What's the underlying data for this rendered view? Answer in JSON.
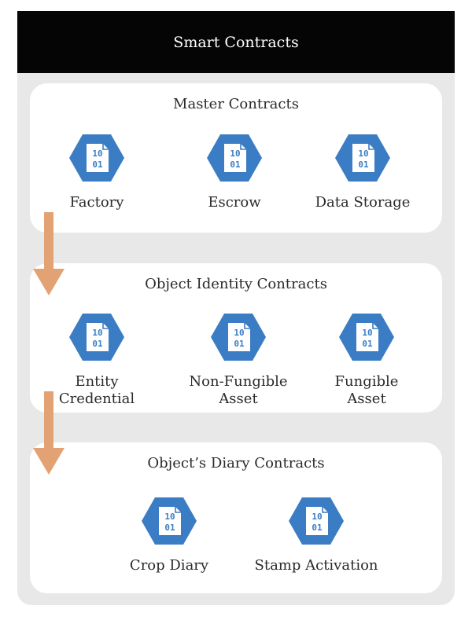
{
  "header": {
    "title": "Smart Contracts"
  },
  "colors": {
    "header_bg": "#050505",
    "frame_bg": "#e8e8e8",
    "icon_fill": "#3b7dc4",
    "arrow": "#e3a274"
  },
  "icon_text": {
    "top": "10",
    "bottom": "01"
  },
  "panels": [
    {
      "title": "Master Contracts",
      "items": [
        {
          "label": "Factory"
        },
        {
          "label": "Escrow"
        },
        {
          "label": "Data Storage"
        }
      ]
    },
    {
      "title": "Object Identity Contracts",
      "items": [
        {
          "label": "Entity\nCredential"
        },
        {
          "label": "Non-Fungible\nAsset"
        },
        {
          "label": "Fungible\nAsset"
        }
      ]
    },
    {
      "title": "Object’s Diary Contracts",
      "items": [
        {
          "label": "Crop Diary"
        },
        {
          "label": "Stamp Activation"
        }
      ]
    }
  ]
}
